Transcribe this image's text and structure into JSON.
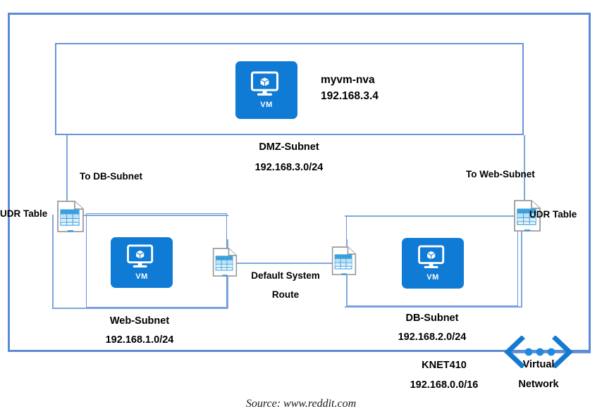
{
  "diagram": {
    "title": "Azure Virtual Network UDR Routing Diagram",
    "colors": {
      "vnet_border": "#5b8bd4",
      "subnet_border": "#6a93d8",
      "connector": "#7fa7dd",
      "vm_blue": "#0f7bd4",
      "table_blue": "#3aa0dd",
      "doc_outline": "#9b9b9b"
    }
  },
  "vnet": {
    "name": "KNET410",
    "cidr": "192.168.0.0/16",
    "icon_label_line1": "Virtual",
    "icon_label_line2": "Network",
    "icon_name": "virtual-network-icon"
  },
  "subnets": [
    {
      "id": "dmz",
      "name": "DMZ-Subnet",
      "cidr": "192.168.3.0/24",
      "vm": {
        "name": "myvm-nva",
        "ip": "192.168.3.4",
        "icon_label": "VM",
        "icon_name": "virtual-machine-icon"
      }
    },
    {
      "id": "web",
      "name": "Web-Subnet",
      "cidr": "192.168.1.0/24",
      "vm": {
        "name": "",
        "ip": "",
        "icon_label": "VM",
        "icon_name": "virtual-machine-icon"
      }
    },
    {
      "id": "db",
      "name": "DB-Subnet",
      "cidr": "192.168.2.0/24",
      "vm": {
        "name": "",
        "ip": "",
        "icon_label": "VM",
        "icon_name": "virtual-machine-icon"
      }
    }
  ],
  "route_tables": [
    {
      "id": "udr-left",
      "label": "UDR Table",
      "icon_name": "route-table-icon",
      "route_label": "To DB-Subnet"
    },
    {
      "id": "udr-right",
      "label": "UDR Table",
      "icon_name": "route-table-icon",
      "route_label": "To Web-Subnet"
    }
  ],
  "system_route": {
    "label_line1": "Default System",
    "label_line2": "Route",
    "icon_name": "route-table-icon"
  },
  "caption": {
    "text": "Source: www.reddit.com"
  }
}
